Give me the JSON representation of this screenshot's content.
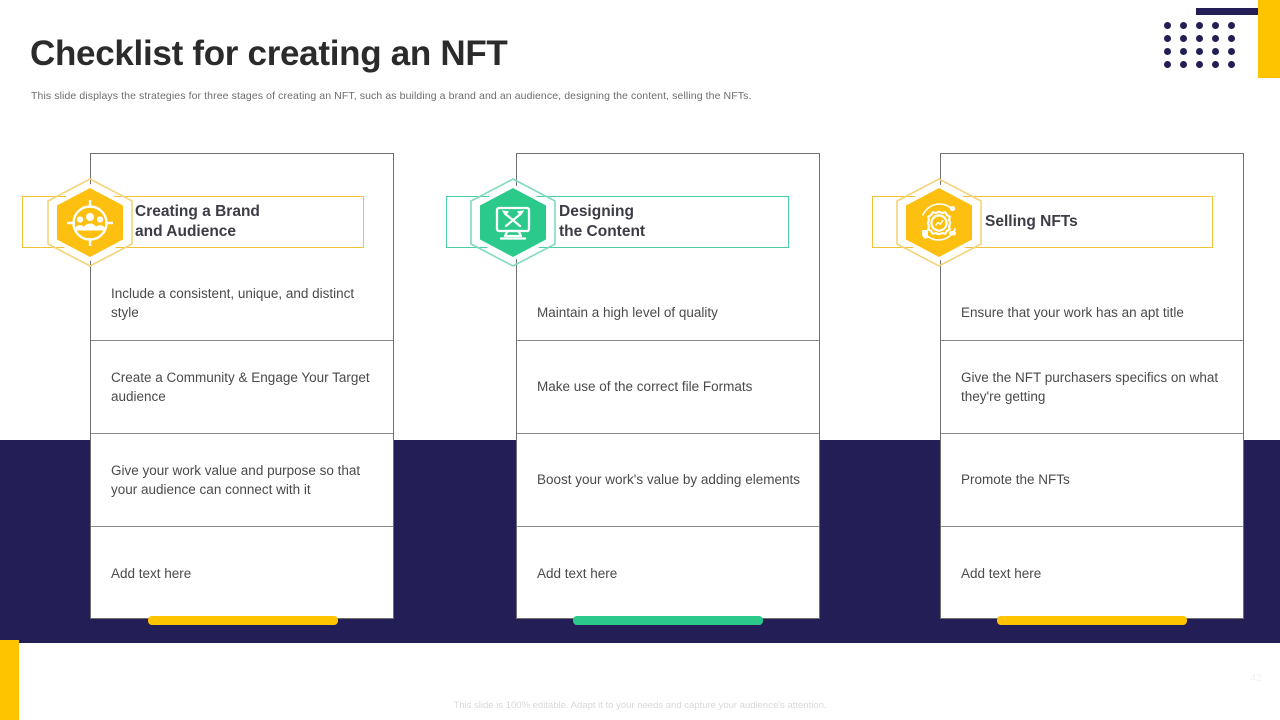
{
  "slide": {
    "title": "Checklist for creating an NFT",
    "subtitle": "This slide displays the strategies for three stages of creating an NFT,  such as building a brand and an audience, designing the content, selling the NFTs.",
    "footer_note": "This slide is 100% editable. Adapt it to your needs and capture your audience's attention.",
    "page_number": "42"
  },
  "colors": {
    "navy": "#231f56",
    "yellow": "#ffc400",
    "green": "#2bc98a",
    "pill_yellow_border": "#f0c23a",
    "pill_green_border": "#49cfa0",
    "text_dark": "#3c3c46",
    "text_body": "#4a4a4a"
  },
  "columns": [
    {
      "id": "creating-a-brand-and-audience",
      "heading": "Creating a Brand\nand Audience",
      "icon": "target-audience-icon",
      "accent": "#ffc400",
      "items": [
        "Include  a consistent, unique,  and distinct style",
        "Create a Community  & Engage Your Target audience",
        "Give your  work value and purpose so that  your  audience can connect with it",
        "Add text here"
      ]
    },
    {
      "id": "designing-the-content",
      "heading": "Designing\nthe Content",
      "icon": "design-tools-monitor-icon",
      "accent": "#2bc98a",
      "items": [
        "Maintain  a high level  of quality",
        "Make use of the  correct file Formats",
        "Boost your  work's value by adding elements",
        "Add text here"
      ]
    },
    {
      "id": "selling-nfts",
      "heading": "Selling NFTs",
      "icon": "gear-analytics-icon",
      "accent": "#ffc400",
      "items": [
        "Ensure that your  work has an apt title",
        "Give the NFT purchasers  specifics on what they're  getting",
        "Promote the NFTs",
        "Add text here"
      ]
    }
  ]
}
